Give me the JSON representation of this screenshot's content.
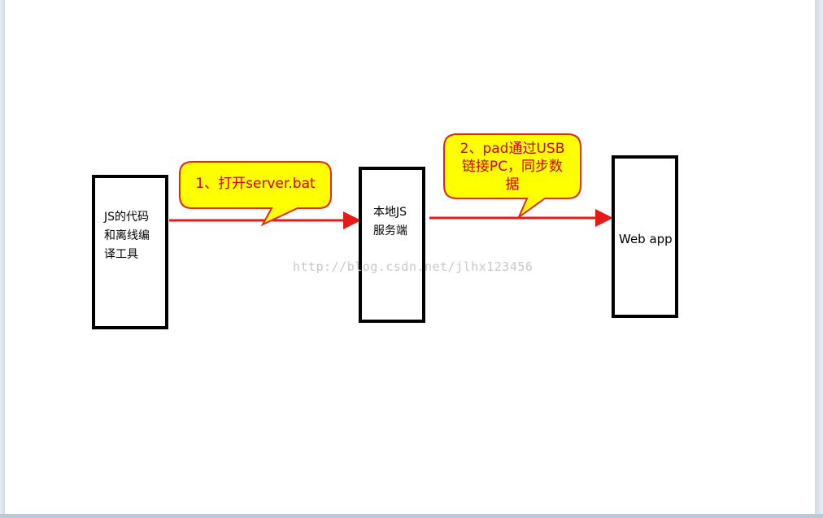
{
  "diagram": {
    "nodes": [
      {
        "id": "compiler",
        "text": "JS的代码\n和离线编\n译工具"
      },
      {
        "id": "local-server",
        "text": "本地JS\n服务端"
      },
      {
        "id": "web-app",
        "text": "Web app"
      }
    ],
    "callouts": [
      {
        "id": "step-1",
        "text": "1、打开server.bat"
      },
      {
        "id": "step-2",
        "text": "2、pad通过USB\n链接PC，同步数\n据"
      }
    ],
    "watermark": "http://blog.csdn.net/jlhx123456",
    "colors": {
      "arrow": "#e41b17",
      "callout_fill": "#ffff00",
      "callout_border": "#e0281e",
      "callout_text": "#d40000",
      "box_border": "#000000"
    }
  }
}
